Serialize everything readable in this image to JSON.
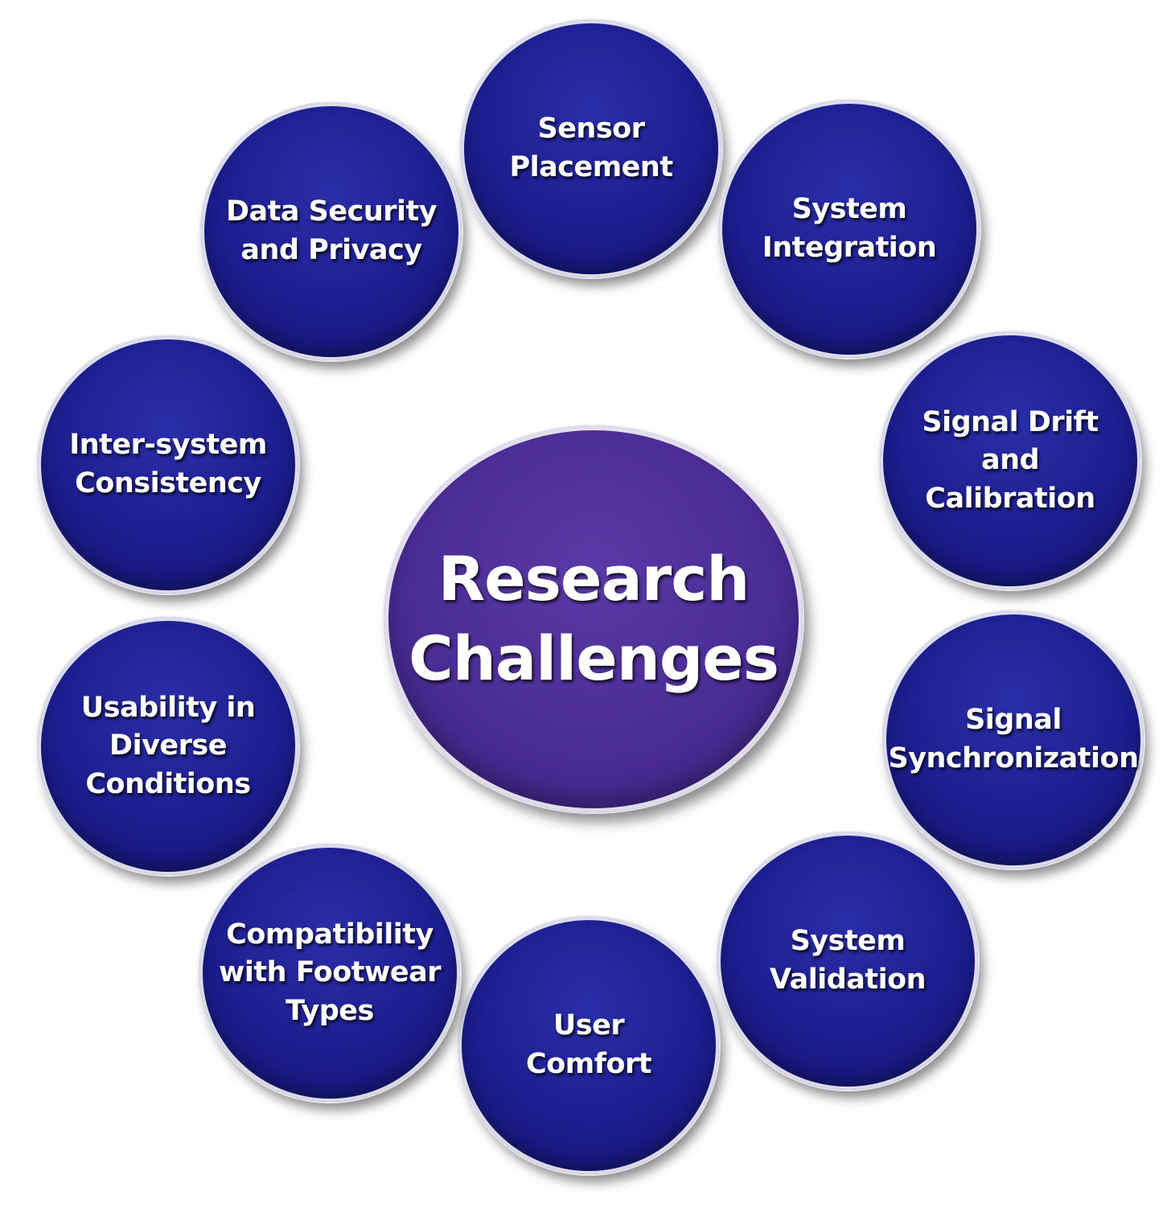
{
  "diagram": {
    "center": {
      "label": "Research\nChallenges"
    },
    "nodes": [
      {
        "id": "sensor-placement",
        "label": "Sensor\nPlacement"
      },
      {
        "id": "system-integration",
        "label": "System\nIntegration"
      },
      {
        "id": "signal-drift-calibration",
        "label": "Signal Drift\nand\nCalibration"
      },
      {
        "id": "signal-synchronization",
        "label": "Signal\nSynchronization"
      },
      {
        "id": "system-validation",
        "label": "System\nValidation"
      },
      {
        "id": "user-comfort",
        "label": "User\nComfort"
      },
      {
        "id": "compatibility-footwear",
        "label": "Compatibility\nwith Footwear\nTypes"
      },
      {
        "id": "usability-diverse-conditions",
        "label": "Usability in\nDiverse\nConditions"
      },
      {
        "id": "inter-system-consistency",
        "label": "Inter-system\nConsistency"
      },
      {
        "id": "data-security-privacy",
        "label": "Data Security\nand Privacy"
      }
    ],
    "colors": {
      "outer_fill": "#1c1d8e",
      "center_fill": "#4a2c95",
      "text": "#ffffff"
    }
  }
}
